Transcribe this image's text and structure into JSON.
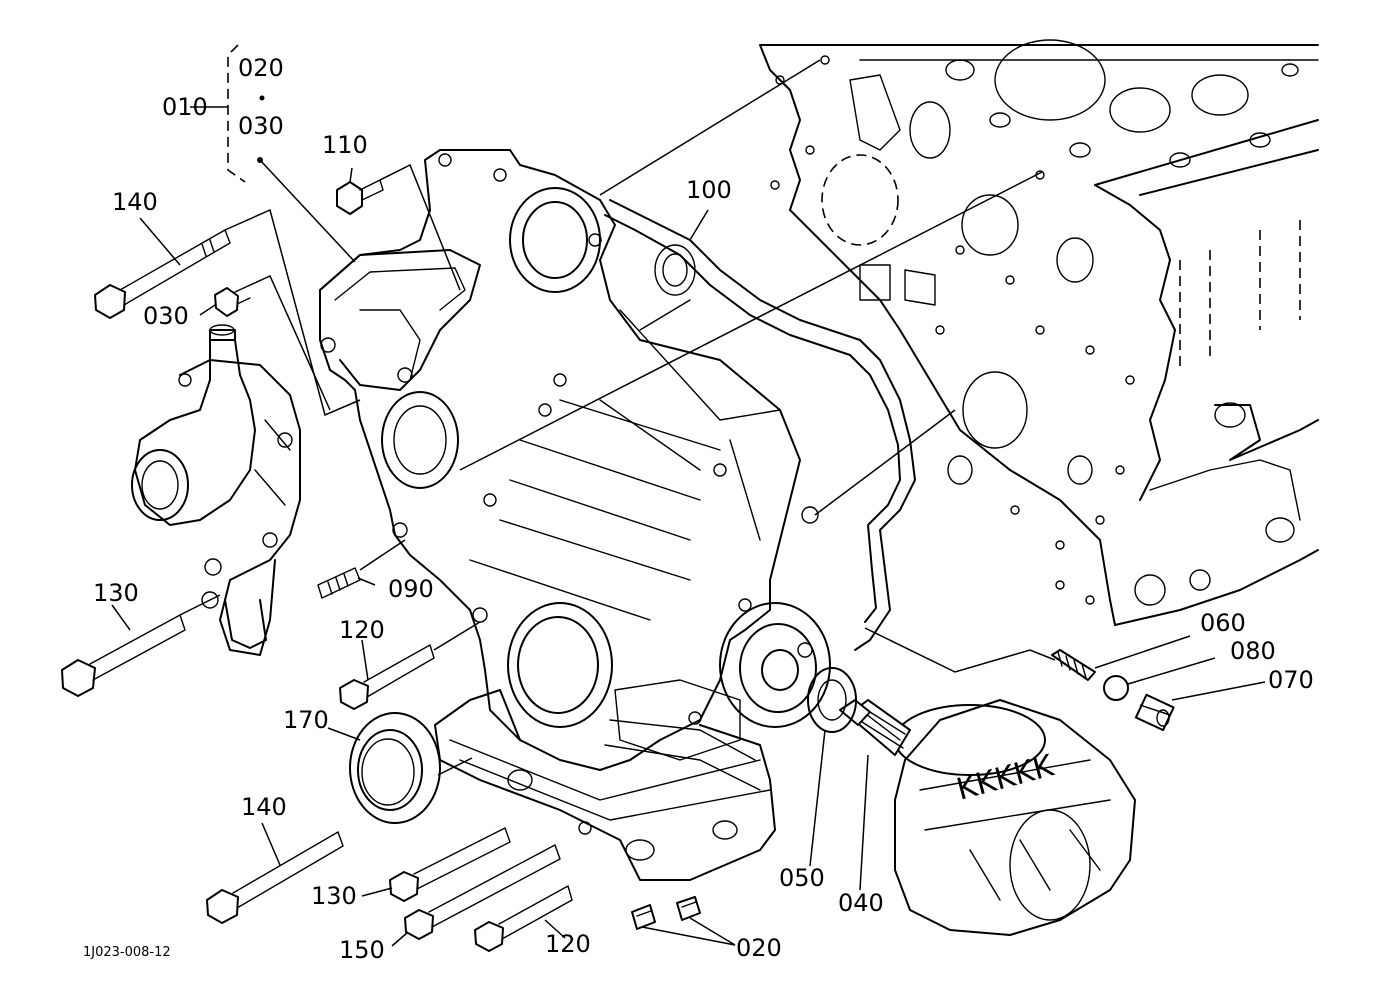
{
  "diagram_ref": "1J023-008-12",
  "labels": {
    "p010": "010",
    "p020": "020",
    "p030a": "030",
    "p030b": "030",
    "p100": "100",
    "p110": "110",
    "p140a": "140",
    "p140b": "140",
    "p130a": "130",
    "p130b": "130",
    "p090": "090",
    "p120a": "120",
    "p120b": "120",
    "p170": "170",
    "p150": "150",
    "p060": "060",
    "p080": "080",
    "p070": "070",
    "p050": "050",
    "p040": "040",
    "p020b": "020"
  }
}
